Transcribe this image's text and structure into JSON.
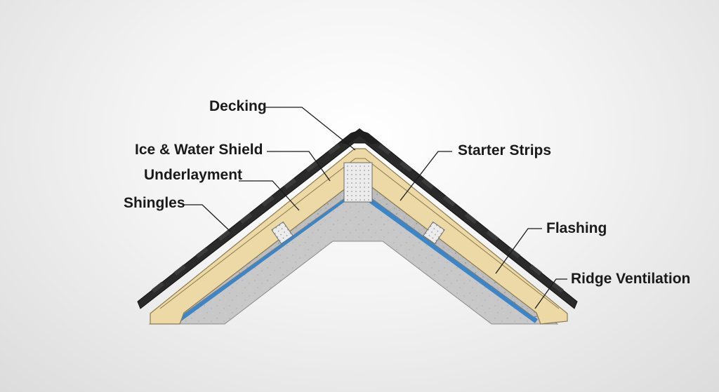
{
  "labels": {
    "decking": "Decking",
    "ice_water_shield": "Ice & Water Shield",
    "underlayment": "Underlayment",
    "shingles": "Shingles",
    "starter_strips": "Starter Strips",
    "flashing": "Flashing",
    "ridge_ventilation": "Ridge Ventilation"
  },
  "colors": {
    "background": "#eeeeee",
    "shingles": "#2a2a2a",
    "decking": "#ecd9a6",
    "insulation": "#b9b9b9",
    "concrete": "#c6c6c6",
    "ice_water_shield": "#3a86c8",
    "vent": "#e6e6e6",
    "text": "#1a1a1a"
  }
}
